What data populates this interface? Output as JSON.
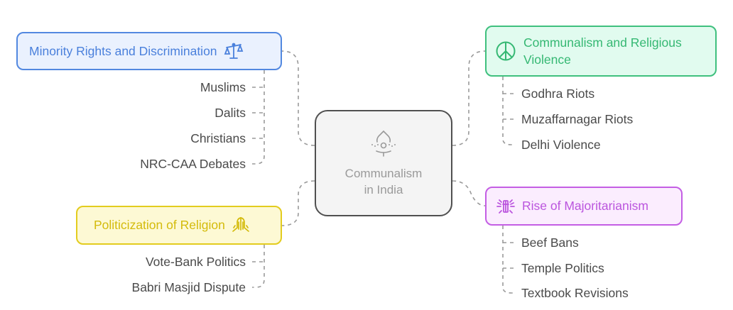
{
  "center": {
    "label_line1": "Communalism",
    "label_line2": "in India",
    "icon": "lotus-icon"
  },
  "topics": {
    "minority": {
      "label": "Minority Rights and Discrimination",
      "icon": "scales-icon",
      "color": "#4a80dc",
      "children": [
        "Muslims",
        "Dalits",
        "Christians",
        "NRC-CAA Debates"
      ]
    },
    "violence": {
      "label_line1": "Communalism and Religious",
      "label_line2": "Violence",
      "icon": "peace-icon",
      "color": "#35b873",
      "children": [
        "Godhra Riots",
        "Muzaffarnagar Riots",
        "Delhi Violence"
      ]
    },
    "politicization": {
      "label": "Politicization of Religion",
      "icon": "praying-hands-icon",
      "color": "#d4bb0b",
      "children": [
        "Vote-Bank Politics",
        "Babri Masjid Dispute"
      ]
    },
    "majoritarianism": {
      "label": "Rise of Majoritarianism",
      "icon": "radiant-cross-icon",
      "color": "#bb55de",
      "children": [
        "Beef Bans",
        "Temple Politics",
        "Textbook Revisions"
      ]
    }
  }
}
